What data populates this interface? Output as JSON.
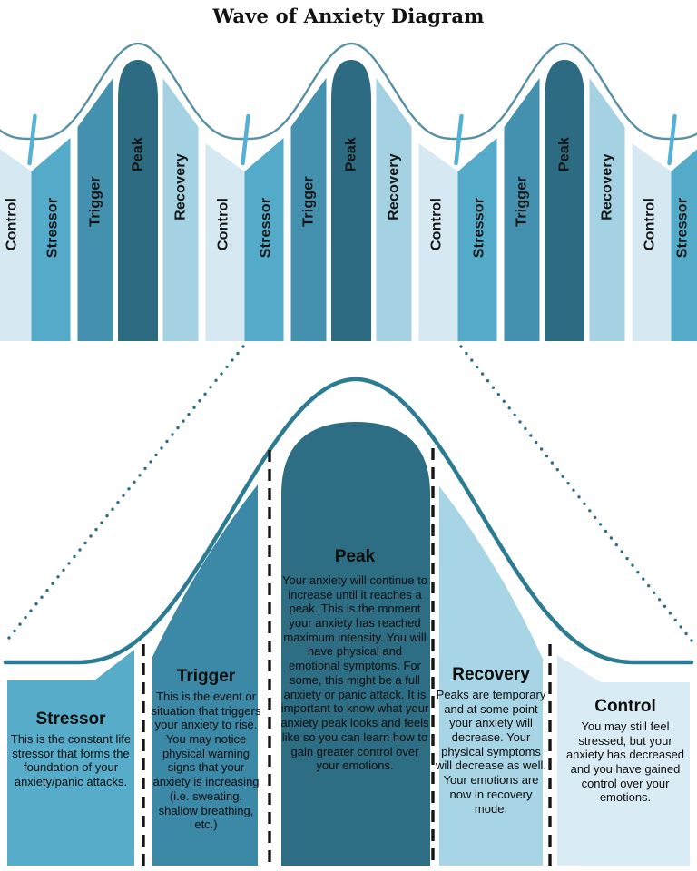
{
  "title": "Wave of Anxiety Diagram",
  "top_wave": {
    "bars": [
      {
        "label": "Control",
        "type": "control"
      },
      {
        "label": "Stressor",
        "type": "stressor"
      },
      {
        "label": "Trigger",
        "type": "trigger"
      },
      {
        "label": "Peak",
        "type": "peak"
      },
      {
        "label": "Recovery",
        "type": "recovery"
      },
      {
        "label": "Control",
        "type": "control"
      },
      {
        "label": "Stressor",
        "type": "stressor"
      },
      {
        "label": "Trigger",
        "type": "trigger"
      },
      {
        "label": "Peak",
        "type": "peak"
      },
      {
        "label": "Recovery",
        "type": "recovery"
      },
      {
        "label": "Control",
        "type": "control"
      },
      {
        "label": "Stressor",
        "type": "stressor"
      },
      {
        "label": "Trigger",
        "type": "trigger"
      },
      {
        "label": "Peak",
        "type": "peak"
      },
      {
        "label": "Recovery",
        "type": "recovery"
      },
      {
        "label": "Control",
        "type": "control"
      },
      {
        "label": "Stressor",
        "type": "stressor"
      }
    ]
  },
  "zoom_panel": {
    "phases": [
      {
        "key": "stressor",
        "heading": "Stressor",
        "body": "This is the constant life stressor that forms the foundation of your anxiety/panic attacks."
      },
      {
        "key": "trigger",
        "heading": "Trigger",
        "body": "This is the event or situation that triggers your anxiety to rise. You may notice physical warning signs that your anxiety is increasing (i.e. sweating, shallow breathing, etc.)"
      },
      {
        "key": "peak",
        "heading": "Peak",
        "body": "Your anxiety will continue to increase until  it reaches a peak. This is the moment your anxiety has reached maximum intensity. You will have physical and emotional symptoms. For some, this might be a full anxiety or panic attack. It is important to know what your anxiety peak looks and feels like so you can learn how to gain greater control over your emotions."
      },
      {
        "key": "recovery",
        "heading": "Recovery",
        "body": "Peaks are temporary and at some point your anxiety will decrease. Your physical symptoms will decrease as well. Your emotions are now in recovery mode."
      },
      {
        "key": "control",
        "heading": "Control",
        "body": "You may still feel stressed, but your anxiety has decreased and you have gained control over your emotions."
      }
    ]
  },
  "colors": {
    "bar_control": "#d6e9f2",
    "bar_stressor": "#53abc9",
    "bar_trigger": "#4390af",
    "bar_peak": "#2d6b82",
    "bar_recovery": "#a4d2e3",
    "box_stressor": "#57adc9",
    "box_trigger": "#3c89a7",
    "box_peak": "#2d6e85",
    "box_recovery": "#a8d5e5",
    "box_control": "#d9ebf5",
    "top_curve": "#5890a5",
    "bottom_curve": "#2b7b93",
    "tick": "#54b0d4",
    "dots": "#2e6e84",
    "dash": "#151515",
    "text": "#0d0d0d"
  }
}
